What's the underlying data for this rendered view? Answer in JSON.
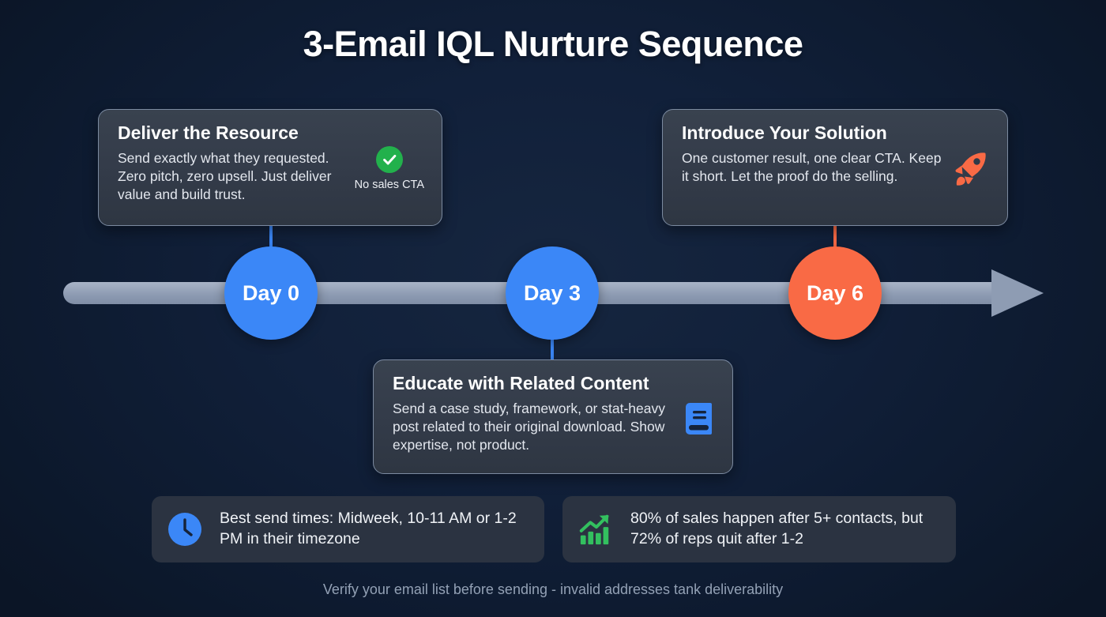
{
  "title": "3-Email IQL Nurture Sequence",
  "colors": {
    "background": "#0d1a2f",
    "accent_blue": "#3b87f7",
    "accent_orange": "#f96a45",
    "axis_gray": "#8e9cb3",
    "card_bg": "#333b49",
    "card_border": "#7b8aa0",
    "green": "#22b14c",
    "stat_bg": "#2b3341"
  },
  "timeline": {
    "nodes": [
      {
        "label": "Day 0",
        "color": "#3b87f7"
      },
      {
        "label": "Day 3",
        "color": "#3b87f7"
      },
      {
        "label": "Day 6",
        "color": "#f96a45"
      }
    ]
  },
  "steps": [
    {
      "title": "Deliver the Resource",
      "description": "Send exactly what they requested. Zero pitch, zero upsell. Just deliver value and build trust.",
      "icon": "check-circle-icon",
      "badge_label": "No sales CTA"
    },
    {
      "title": "Educate with Related Content",
      "description": "Send a case study, framework, or stat-heavy post related to their original download. Show expertise, not product.",
      "icon": "book-icon",
      "badge_label": ""
    },
    {
      "title": "Introduce Your Solution",
      "description": "One customer result, one clear CTA. Keep it short. Let the proof do the selling.",
      "icon": "rocket-icon",
      "badge_label": ""
    }
  ],
  "stats": [
    {
      "icon": "clock-icon",
      "text": "Best send times: Midweek, 10-11 AM or 1-2 PM in their timezone"
    },
    {
      "icon": "chart-up-icon",
      "text": "80% of sales happen after 5+ contacts, but 72% of reps quit after 1-2"
    }
  ],
  "footer": "Verify your email list before sending - invalid addresses tank deliverability"
}
